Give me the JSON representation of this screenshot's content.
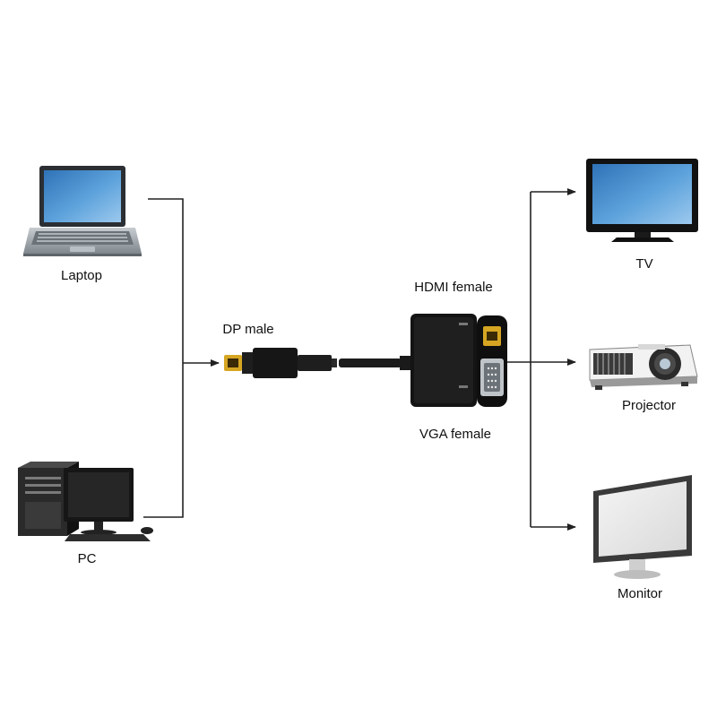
{
  "labels": {
    "laptop": "Laptop",
    "pc": "PC",
    "dp_male": "DP male",
    "hdmi_female": "HDMI female",
    "vga_female": "VGA female",
    "tv": "TV",
    "projector": "Projector",
    "monitor": "Monitor"
  },
  "colors": {
    "line": "#222222",
    "screen": "#3f86c8",
    "device_dark": "#1a1a1a",
    "device_silver": "#9fa7ad",
    "connector_gold": "#d6a623"
  },
  "icons": [
    "laptop-icon",
    "pc-icon",
    "dp-plug-icon",
    "adapter-icon",
    "tv-icon",
    "projector-icon",
    "monitor-icon"
  ]
}
